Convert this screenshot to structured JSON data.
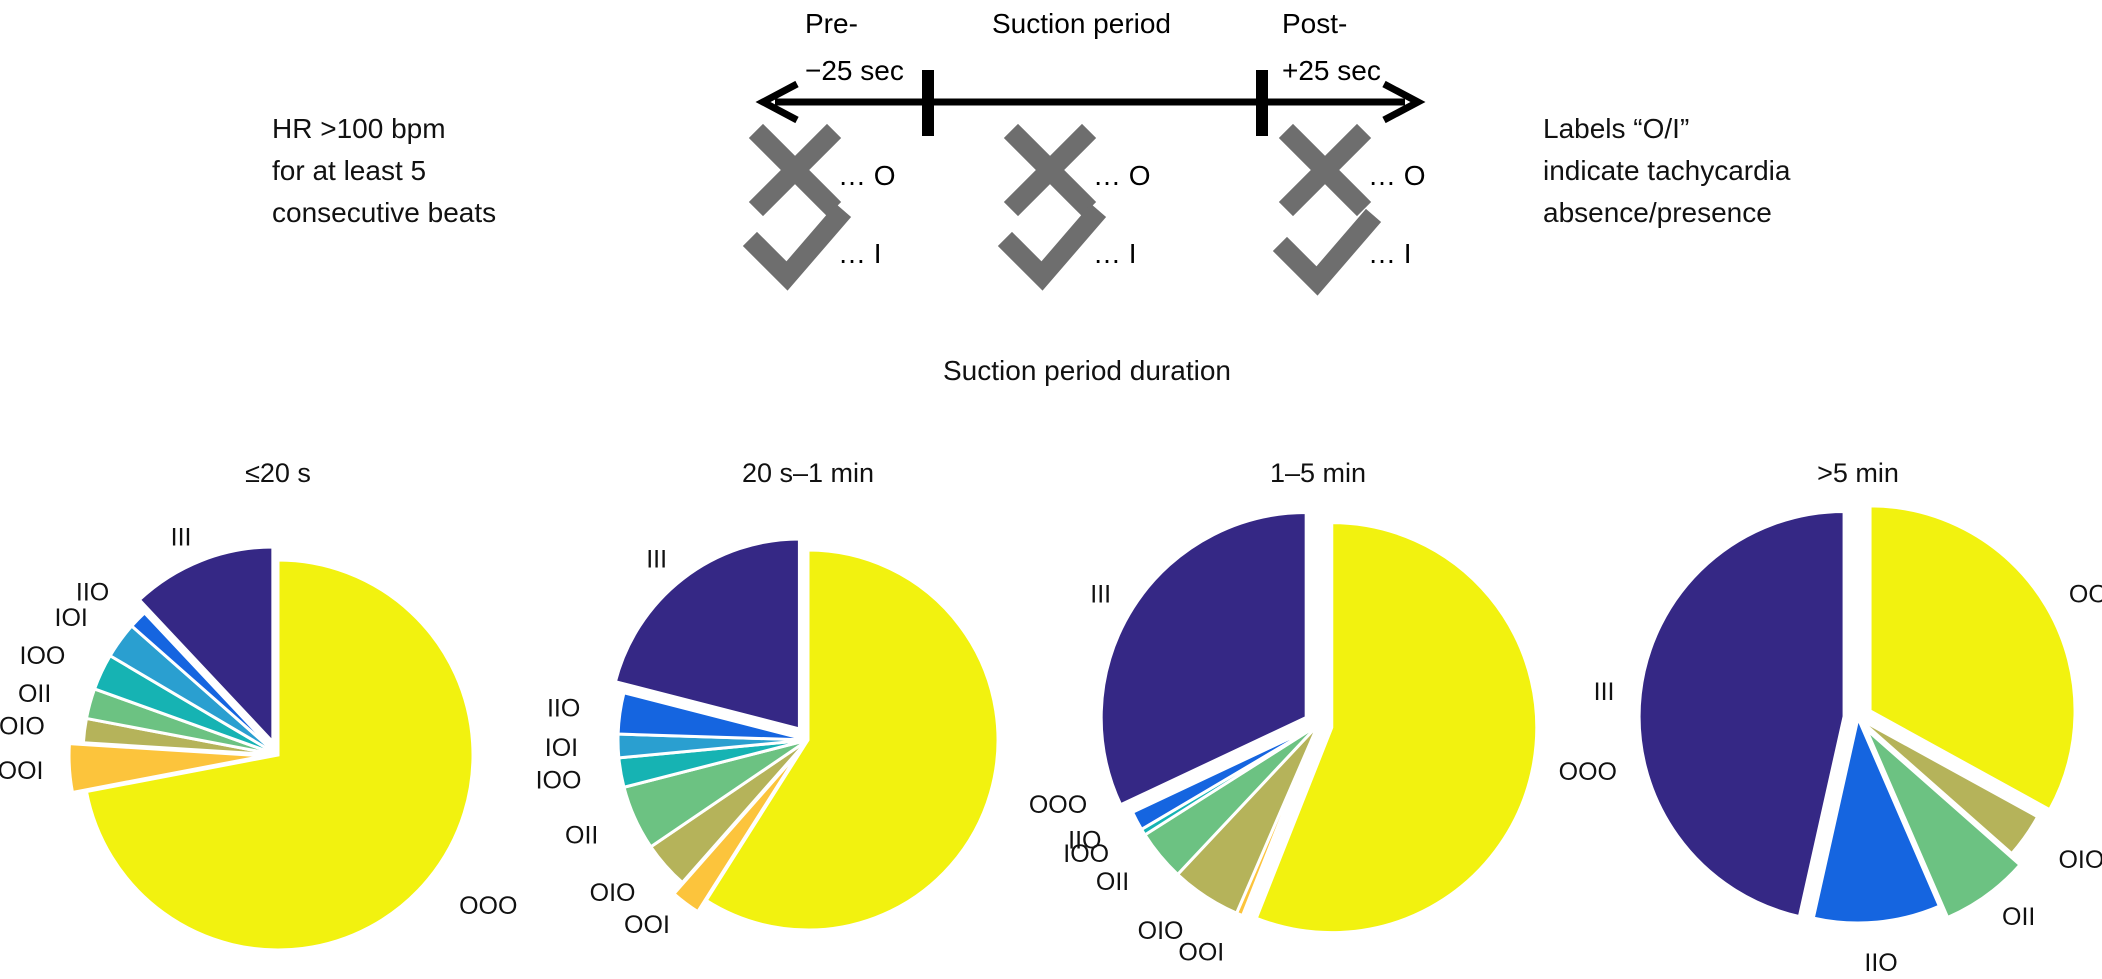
{
  "left_note": [
    "HR >100 bpm",
    "for at least 5",
    "consecutive beats"
  ],
  "right_note": [
    "Labels “O/I”",
    "indicate tachycardia",
    "absence/presence"
  ],
  "timeline": {
    "pre_label": "Pre-",
    "pre_time": "−25 sec",
    "mid_label": "Suction period",
    "post_label": "Post-",
    "post_time": "+25 sec",
    "absent_mark": "… O",
    "present_mark": "… I",
    "absent_icon": "cross-icon",
    "present_icon": "check-icon"
  },
  "section_title": "Suction period duration",
  "colors": {
    "OOO": "#f2f20f",
    "OOI": "#fcc43c",
    "OIO": "#b5b35a",
    "OII": "#6cc282",
    "IOO": "#16b3b3",
    "IOI": "#2a9fd0",
    "IIO": "#1565e0",
    "III": "#352885"
  },
  "chart_data": [
    {
      "type": "pie",
      "title": "≤20 s",
      "categories": [
        "OOO",
        "OOI",
        "OIO",
        "OII",
        "IOO",
        "IOI",
        "IIO",
        "III"
      ],
      "values": [
        72,
        4,
        2,
        2.5,
        3,
        3,
        1.5,
        12
      ],
      "exploded": [
        "OOI",
        "III"
      ]
    },
    {
      "type": "pie",
      "title": "20 s–1 min",
      "categories": [
        "OOO",
        "OOI",
        "OIO",
        "OII",
        "IOO",
        "IOI",
        "IIO",
        "III"
      ],
      "values": [
        59,
        2.5,
        4,
        5.5,
        2.5,
        2,
        3.5,
        21
      ],
      "exploded": [
        "OOI",
        "III"
      ]
    },
    {
      "type": "pie",
      "title": "1–5 min",
      "categories": [
        "OOO",
        "OOI",
        "OIO",
        "OII",
        "IOO",
        "IIO",
        "III"
      ],
      "values": [
        56,
        0.5,
        5.5,
        4,
        0.5,
        1.5,
        32
      ],
      "exploded": [
        "OOO",
        "III"
      ]
    },
    {
      "type": "pie",
      "title": ">5 min",
      "categories": [
        "OOO",
        "OIO",
        "OII",
        "IIO",
        "III"
      ],
      "values": [
        33,
        3.5,
        7,
        10,
        46.5
      ],
      "exploded": [
        "OOO",
        "OII",
        "III"
      ]
    }
  ]
}
